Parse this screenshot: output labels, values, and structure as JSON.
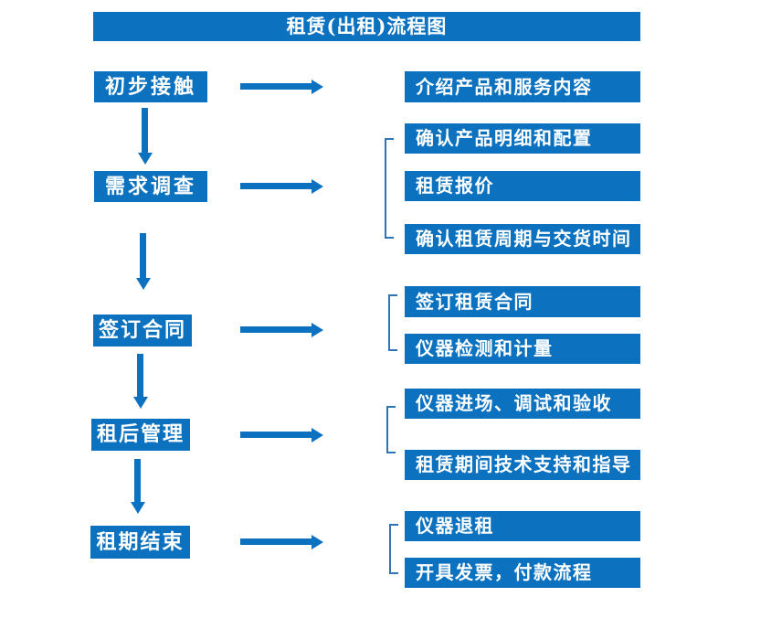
{
  "title": "租赁(出租)流程图",
  "colors": {
    "primary": "#0c72bf",
    "bracket_line": "#2e75b6",
    "text_on_primary": "#ffffff",
    "background": "#ffffff"
  },
  "stages": [
    {
      "label": "初步接触",
      "outputs": [
        "介绍产品和服务内容"
      ]
    },
    {
      "label": "需求调查",
      "outputs": [
        "确认产品明细和配置",
        "租赁报价",
        "确认租赁周期与交货时间"
      ]
    },
    {
      "label": "签订合同",
      "outputs": [
        "签订租赁合同",
        "仪器检测和计量"
      ]
    },
    {
      "label": "租后管理",
      "outputs": [
        "仪器进场、调试和验收",
        "租赁期间技术支持和指导"
      ]
    },
    {
      "label": "租期结束",
      "outputs": [
        "仪器退租",
        "开具发票，付款流程"
      ]
    }
  ]
}
